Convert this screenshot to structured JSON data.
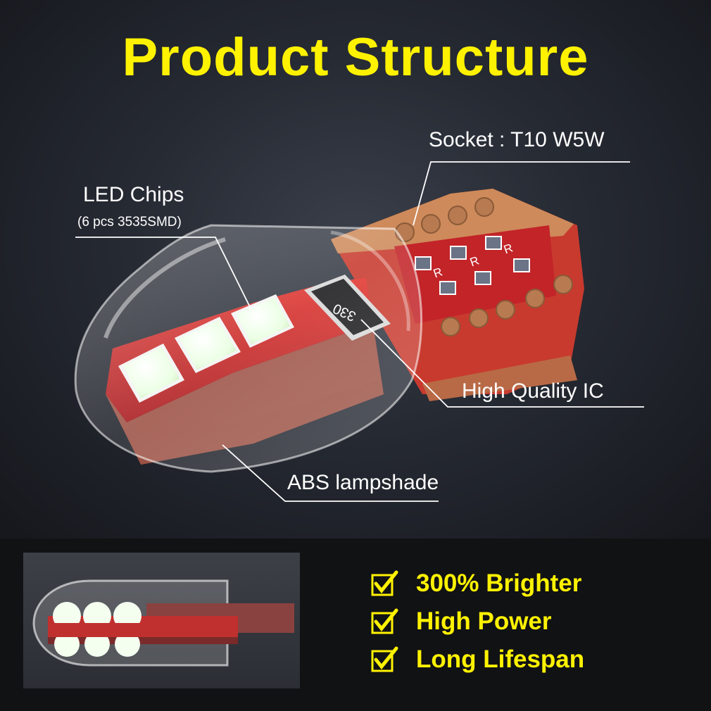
{
  "title": "Product Structure",
  "callouts": {
    "socket": "Socket : T10 W5W",
    "led_chips": "LED Chips",
    "led_chips_detail": "(6 pcs 3535SMD)",
    "ic": "High Quality IC",
    "lampshade": "ABS lampshade",
    "resistor_marking": "330",
    "resistor_letter": "R"
  },
  "features": [
    {
      "label": "300% Brighter",
      "icon": "checkmark-icon"
    },
    {
      "label": "High Power",
      "icon": "checkmark-icon"
    },
    {
      "label": "Long Lifespan",
      "icon": "checkmark-icon"
    }
  ],
  "colors": {
    "title": "#fff200",
    "pcb": "#d8262a",
    "pad": "#b87a50",
    "background": "#262a33"
  }
}
